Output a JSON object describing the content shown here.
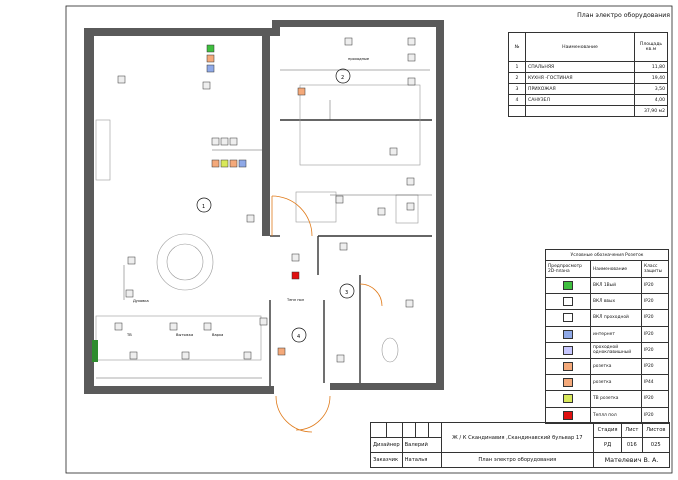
{
  "sheet_title": "План электро оборудования",
  "rooms_table": {
    "headers": {
      "num": "№",
      "name": "Наименование",
      "area": "Площадь кв.м"
    },
    "rows": [
      {
        "num": "1",
        "name": "СПАЛЬНЯЯ",
        "area": "11,80"
      },
      {
        "num": "2",
        "name": "КУХНЯ -ГОСТИНАЯ",
        "area": "19,40"
      },
      {
        "num": "3",
        "name": "ПРИХОЖАЯ",
        "area": "3,50"
      },
      {
        "num": "4",
        "name": "САНУЗЕЛ",
        "area": "4,00"
      }
    ],
    "total": "37,90 м2"
  },
  "legend": {
    "caption": "Условные обозначения Розеток",
    "headers": {
      "symbol": "Предпросмотр 2D-плана",
      "name": "Наименование",
      "class": "Класс защиты"
    },
    "rows": [
      {
        "name": "ВКЛ 1Вый",
        "class": "IP20",
        "color": "#3fbf3f"
      },
      {
        "name": "ВКЛ ввых",
        "class": "IP20",
        "color": "#ffffff"
      },
      {
        "name": "ВКЛ проходной",
        "class": "IP20",
        "color": "#ffffff"
      },
      {
        "name": "интернет",
        "class": "IP20",
        "color": "#8fa9e8"
      },
      {
        "name": "проходной одноклавишный",
        "class": "IP20",
        "color": "#c7c7ff"
      },
      {
        "name": "розетка",
        "class": "IP20",
        "color": "#f4a97a"
      },
      {
        "name": "розетка",
        "class": "IP44",
        "color": "#f4a97a"
      },
      {
        "name": "ТВ розетка",
        "class": "IP20",
        "color": "#d8e85a"
      },
      {
        "name": "Теплл пол",
        "class": "IP20",
        "color": "#e01010"
      }
    ]
  },
  "stamp": {
    "project": "Ж / К Скандинавия ,Скандинавский бульвар 17",
    "designer_role": "Дизайнер",
    "designer_name": "Валерий",
    "customer_role": "Заказчик",
    "customer_name": "Наталья",
    "sheet_name": "План электро оборудования",
    "author": "Мателевич В. А.",
    "stage_label": "Стадия",
    "stage": "РД",
    "sheet_label": "Лист",
    "sheet": "016",
    "sheets_label": "Листов",
    "sheets": "025"
  },
  "plan": {
    "room_markers": [
      "1",
      "2",
      "3",
      "4"
    ],
    "labels": {
      "gas": "Тепл пол",
      "sw_label": "проходные",
      "tv": "ТВ",
      "kitchen_1": "Вытяжка",
      "kitchen_2": "Варка",
      "kitchen_3": "Духовка"
    }
  }
}
